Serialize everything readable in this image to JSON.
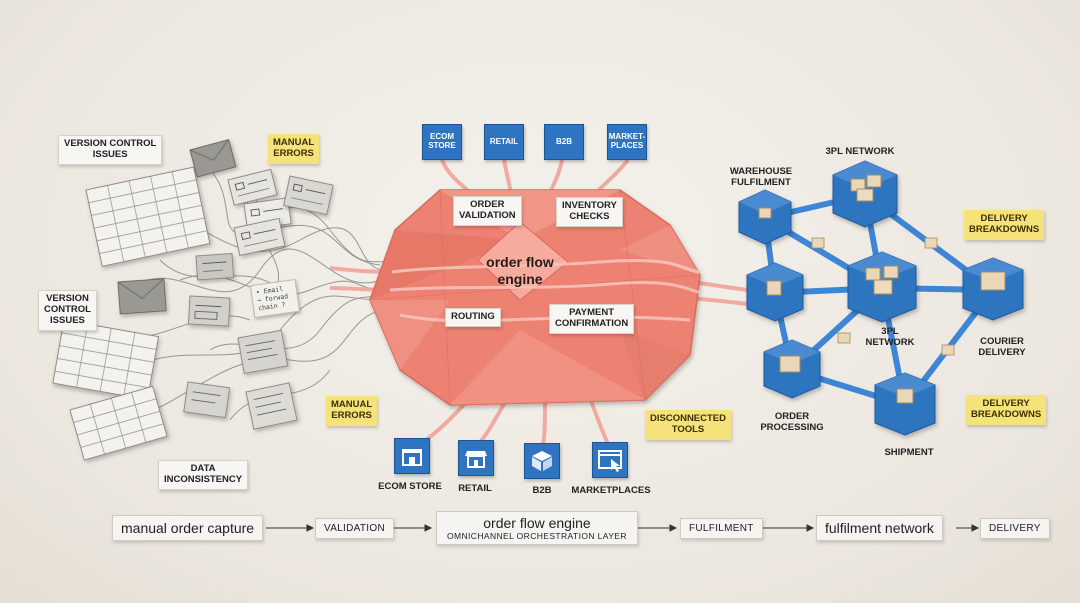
{
  "left_cluster": {
    "labels": {
      "version_control_top": "VERSION CONTROL\nISSUES",
      "manual_errors_top": "MANUAL\nERRORS",
      "version_control_mid": "VERSION\nCONTROL\nISSUES",
      "data_inconsistency": "DATA\nINCONSISTENCY",
      "manual_errors_bottom": "MANUAL\nERRORS"
    },
    "notes": {
      "note_1": "• Email\n→ forwad\n  chain ?"
    }
  },
  "engine": {
    "title": "order flow\nengine",
    "colors": {
      "fill": "#ee8272",
      "fold": "#f3a092",
      "shadow": "#d66a5b"
    },
    "labels": {
      "order_validation": "ORDER\nVALIDATION",
      "inventory_checks": "INVENTORY\nCHECKS",
      "routing": "ROUTING",
      "payment_confirmation": "PAYMENT\nCONFIRMATION"
    },
    "channels_top": [
      {
        "label": "ECOM\nSTORE"
      },
      {
        "label": "RETAIL"
      },
      {
        "label": "B2B"
      },
      {
        "label": "MARKET-\nPLACES"
      }
    ],
    "channels_bottom": [
      {
        "label": "ECOM STORE",
        "icon": "storefront-icon"
      },
      {
        "label": "RETAIL",
        "icon": "retail-shop-icon"
      },
      {
        "label": "B2B",
        "icon": "package-box-icon"
      },
      {
        "label": "MARKETPLACES",
        "icon": "browser-cursor-icon"
      }
    ],
    "disconnected_tools": "DISCONNECTED\nTOOLS"
  },
  "network": {
    "colors": {
      "node": "#2f74c0",
      "node_dark": "#1f5aa0",
      "edge": "#3d86d6"
    },
    "labels": {
      "warehouse": "WAREHOUSE\nFULFILMENT",
      "threepl_top": "3PL NETWORK",
      "threepl_mid": "3PL\nNETWORK",
      "courier": "COURIER\nDELIVERY",
      "order_processing": "ORDER\nPROCESSING",
      "shipment": "SHIPMENT"
    },
    "stickies": {
      "delivery_breakdowns_top": "DELIVERY\nBREAKDOWNS",
      "delivery_breakdowns_bottom": "DELIVERY\nBREAKDOWNS"
    }
  },
  "flow": {
    "manual_order_capture": "manual order capture",
    "validation": "VALIDATION",
    "engine_title": "order flow engine",
    "engine_subtitle": "OMNICHANNEL ORCHESTRATION LAYER",
    "fulfilment": "FULFILMENT",
    "fulfilment_network": "fulfilment network",
    "delivery": "DELIVERY"
  }
}
